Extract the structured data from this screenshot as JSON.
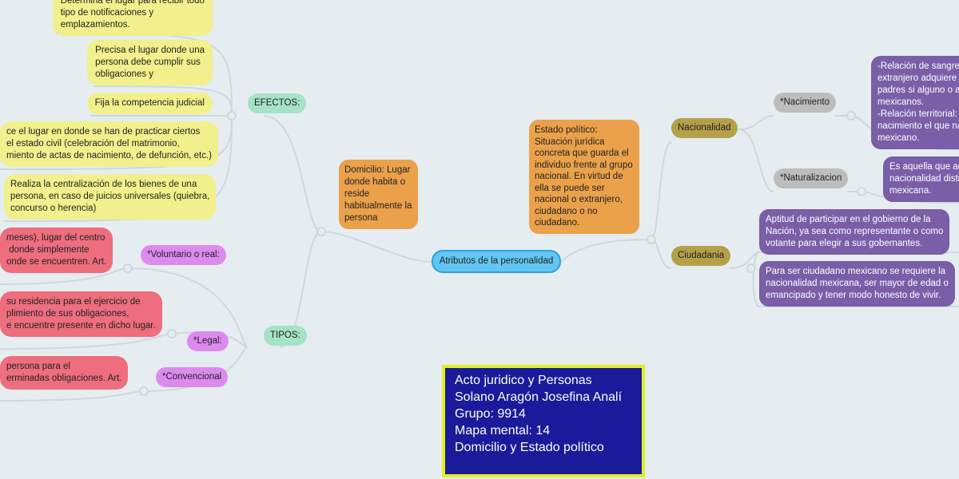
{
  "central": "Atributos de la personalidad",
  "left": {
    "domicilio": "Domicilio: Lugar donde habita o reside habitualmente la persona",
    "efectos": {
      "label": "EFECTOS:",
      "items": [
        "Determina el lugar para recibir todo\ntipo de notificaciones y\nemplazamientos.",
        "Precisa el lugar donde una\npersona debe cumplir sus\nobligaciones y",
        "Fija la competencia judicial",
        "ce el lugar en donde se han de practicar ciertos\nel estado civil (celebración del matrimonio,\nmiento de actas de nacimiento, de defunción, etc.)",
        "Realiza la centralización de los bienes de una\npersona, en caso de juicios universales (quiebra,\nconcurso o herencia)"
      ]
    },
    "tipos": {
      "label": "TIPOS:",
      "items": [
        {
          "label": "*Voluntario o real:",
          "detail": "meses), lugar del centro\n donde simplemente\nonde se encuentren. Art."
        },
        {
          "label": "*Legal:",
          "detail": "su residencia para el ejercicio de\nplimiento de sus obligaciones,\ne encuentre presente en dicho lugar."
        },
        {
          "label": "*Convencional",
          "detail": "persona para el\nerminadas obligaciones. Art."
        }
      ]
    }
  },
  "right": {
    "estado": "Estado político: Situación jurídica concreta que guarda el individuo frente al grupo nacional. En virtud de ella se puede ser nacional o extranjero, ciudadano o no ciudadano.",
    "nacionalidad": {
      "label": "Nacionalidad",
      "nacimiento": {
        "label": "*Nacimiento",
        "detail": "-Relación de sangre\nextranjero adquiere\npadres si alguno o a\nmexicanos.\n-Relación territorial:\nnacimiento el que na\nmexicano."
      },
      "naturalizacion": {
        "label": "*Naturalizacion",
        "detail": "Es aquella que ad\nnacionalidad disti\nmexicana."
      }
    },
    "ciudadania": {
      "label": "Ciudadania",
      "items": [
        "Aptitud de participar en el gobierno de la\nNación, ya sea como representante o como\nvotante para elegir a sus gobernantes.",
        "Para ser ciudadano mexicano se requiere la\nnacionalidad mexicana, ser mayor de edad o\nemancipado y tener modo honesto de vivir."
      ]
    }
  },
  "info": [
    "Acto juridico y Personas",
    "Solano Aragón Josefina Analí",
    "Grupo: 9914",
    "Mapa mental: 14",
    "Domicilio y Estado político"
  ],
  "colors": {
    "background": "#e5edf1",
    "info_bg": "#1a1a9a",
    "info_border": "#e0f020"
  }
}
